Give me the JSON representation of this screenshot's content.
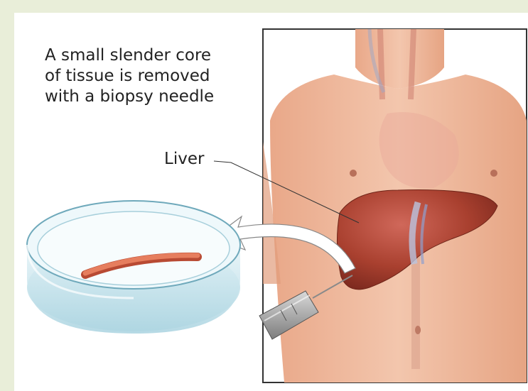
{
  "caption": {
    "text_line1": "A small slender core",
    "text_line2": "of tissue is removed",
    "text_line3": "with a biopsy needle"
  },
  "labels": {
    "liver": "Liver"
  },
  "colors": {
    "background_tint": "#e9eed9",
    "skin": "#eab59a",
    "liver": "#b24a3c",
    "tissue_core": "#e07a5a",
    "dish": "#bfe0ea"
  }
}
